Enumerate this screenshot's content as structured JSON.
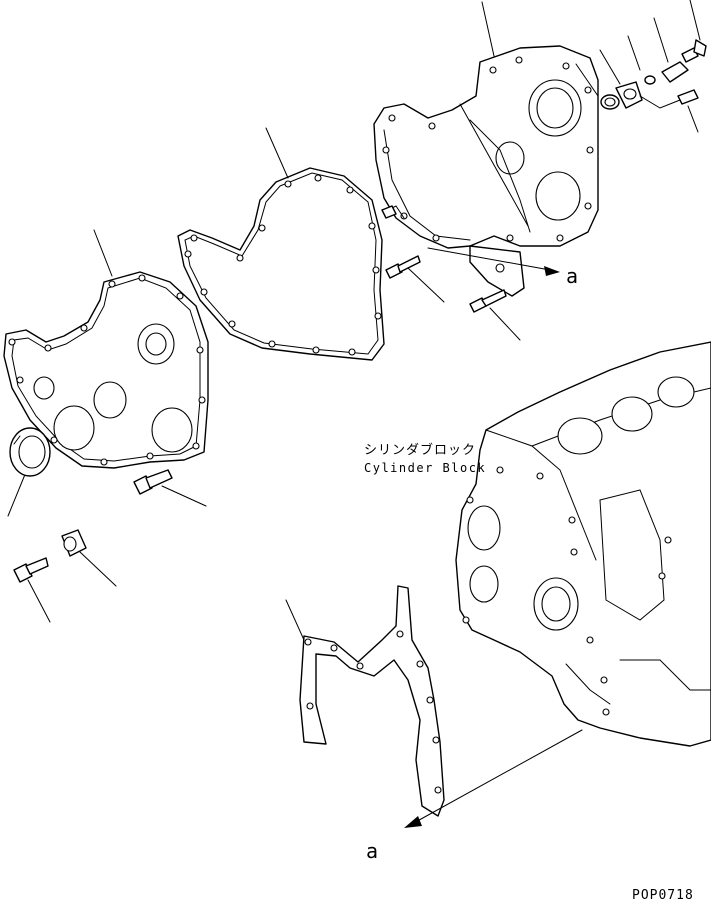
{
  "diagram": {
    "block_label_jp": "シリンダブロック",
    "block_label_en": "Cylinder Block",
    "arrow_mark_top": "a",
    "arrow_mark_bottom": "a",
    "drawing_code": "POP0718"
  }
}
